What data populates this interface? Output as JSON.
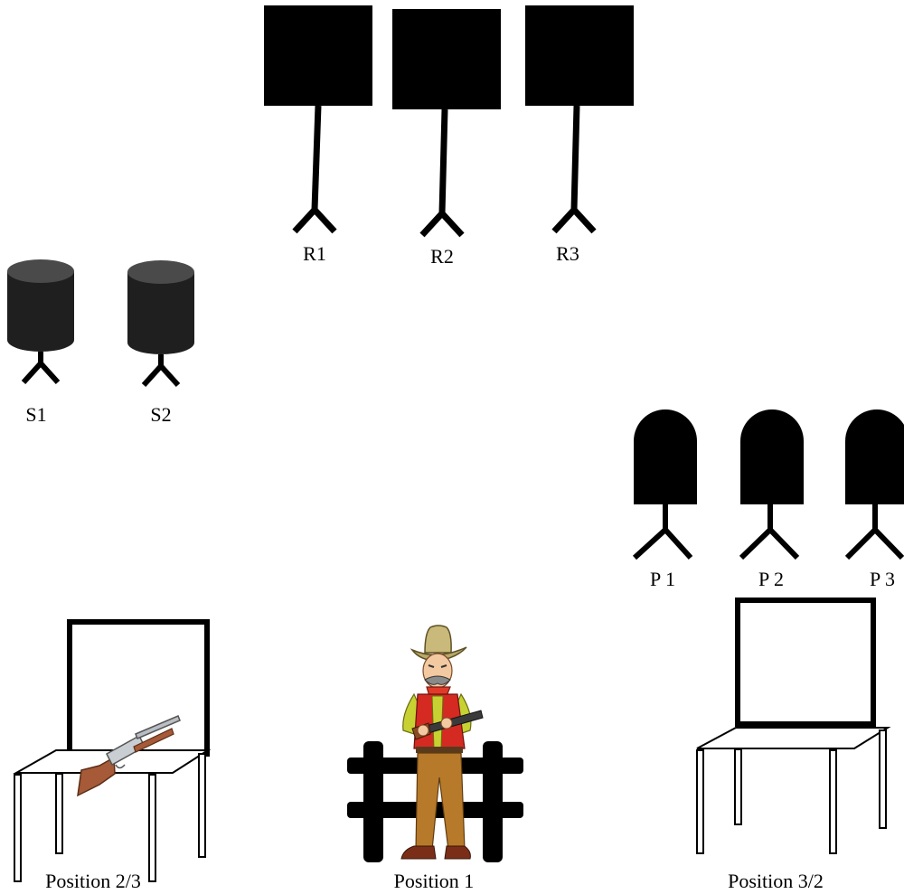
{
  "rifle_targets": [
    {
      "label": "R1"
    },
    {
      "label": "R2"
    },
    {
      "label": "R3"
    }
  ],
  "shotgun_targets": [
    {
      "label": "S1"
    },
    {
      "label": "S2"
    }
  ],
  "pistol_targets": [
    {
      "label": "P 1"
    },
    {
      "label": "P 2"
    },
    {
      "label": "P 3"
    }
  ],
  "positions": {
    "left_label": "Position 2/3",
    "center_label": "Position 1",
    "right_label": "Position 3/2"
  },
  "colors": {
    "target": "#000000",
    "shotgun_target": "#1f1f1f",
    "shotgun_top": "#4a4a4a",
    "line": "#000000",
    "background": "#ffffff"
  }
}
